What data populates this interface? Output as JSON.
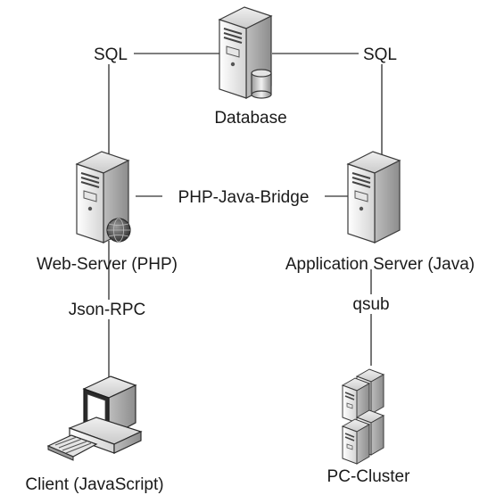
{
  "nodes": {
    "database": {
      "label": "Database",
      "icon": "database-server-icon"
    },
    "web_server": {
      "label": "Web-Server (PHP)",
      "icon": "web-server-icon"
    },
    "app_server": {
      "label": "Application Server (Java)",
      "icon": "application-server-icon"
    },
    "client": {
      "label": "Client (JavaScript)",
      "icon": "desktop-computer-icon"
    },
    "cluster": {
      "label": "PC-Cluster",
      "icon": "server-cluster-icon"
    }
  },
  "edges": {
    "sql_left": {
      "label": "SQL"
    },
    "sql_right": {
      "label": "SQL"
    },
    "bridge": {
      "label": "PHP-Java-Bridge"
    },
    "json_rpc": {
      "label": "Json-RPC"
    },
    "qsub": {
      "label": "qsub"
    }
  },
  "colors": {
    "line": "#555555",
    "text": "#1a1a1a",
    "server_light": "#f4f4f4",
    "server_mid": "#cfcfcf",
    "server_dark": "#8a8a8a",
    "outline": "#3a3a3a"
  }
}
